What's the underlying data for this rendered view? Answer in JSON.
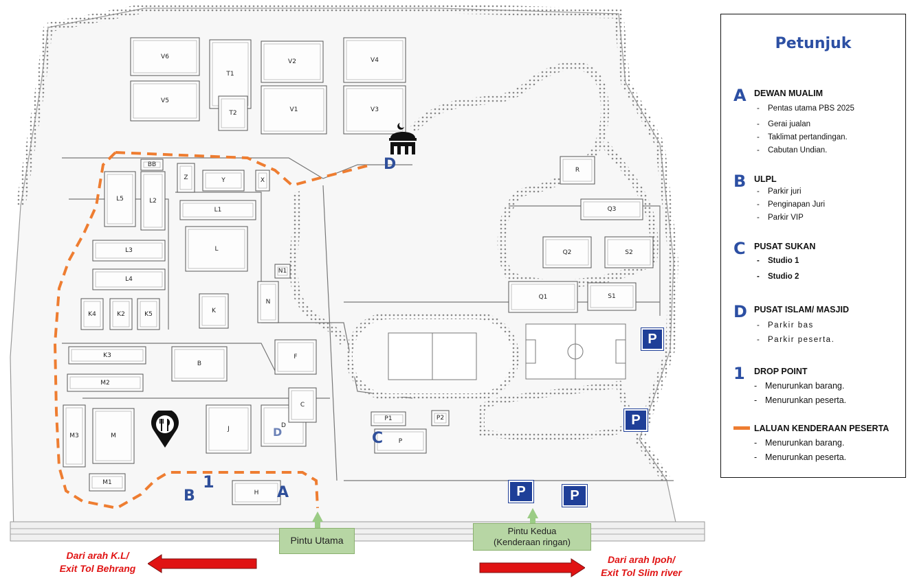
{
  "map": {
    "buildings": [
      "V6",
      "V5",
      "T1",
      "T2",
      "V2",
      "V1",
      "V4",
      "V3",
      "BB",
      "L5",
      "L2",
      "Z",
      "Y",
      "X",
      "L1",
      "L",
      "L3",
      "L4",
      "N1",
      "N",
      "K4",
      "K2",
      "K5",
      "K",
      "K3",
      "B",
      "F",
      "M2",
      "M3",
      "M",
      "J",
      "D",
      "C",
      "M1",
      "H",
      "P1",
      "P2",
      "P",
      "R",
      "Q3",
      "Q2",
      "S2",
      "Q1",
      "S1"
    ],
    "markers": {
      "A": "A",
      "B": "B",
      "C": "C",
      "D": "D",
      "drop": "1",
      "parking": "P"
    },
    "gates": {
      "main": "Pintu Utama",
      "second_line1": "Pintu Kedua",
      "second_line2": "(Kenderaan ringan)"
    },
    "directions": {
      "left_line1": "Dari arah K.L/",
      "left_line2": "Exit Tol Behrang",
      "right_line1": "Dari arah Ipoh/",
      "right_line2": "Exit Tol Slim river"
    },
    "icons": {
      "mosque": "mosque-icon",
      "food": "restaurant-pin-icon",
      "arrow_left": "arrow-left-icon",
      "arrow_right": "arrow-right-icon"
    }
  },
  "legend": {
    "title": "Petunjuk",
    "sections": [
      {
        "key": "A",
        "heading": "DEWAN MUALIM",
        "items": [
          "Pentas utama PBS 2025",
          "Gerai jualan",
          "Taklimat pertandingan.",
          "Cabutan Undian."
        ]
      },
      {
        "key": "B",
        "heading": "ULPL",
        "items": [
          "Parkir juri",
          "Penginapan Juri",
          "Parkir VIP"
        ]
      },
      {
        "key": "C",
        "heading": "PUSAT SUKAN",
        "items": [
          "Studio 1",
          "Studio 2"
        ]
      },
      {
        "key": "D",
        "heading": "PUSAT ISLAM/ MASJID",
        "items": [
          "Parkir bas",
          "Parkir peserta."
        ]
      },
      {
        "key": "1",
        "heading": "DROP POINT",
        "items": [
          "Menurunkan barang.",
          "Menurunkan peserta."
        ]
      },
      {
        "key": "",
        "heading": "LALUAN KENDERAAN PESERTA",
        "items": [
          "Menurunkan barang.",
          "Menurunkan peserta."
        ]
      }
    ]
  },
  "colors": {
    "route": "#ee7d31",
    "marker_blue": "#2f4f9a",
    "parking_blue": "#1f3f98",
    "gate_green": "#b7d6a4",
    "arrow_red": "#e01313"
  }
}
